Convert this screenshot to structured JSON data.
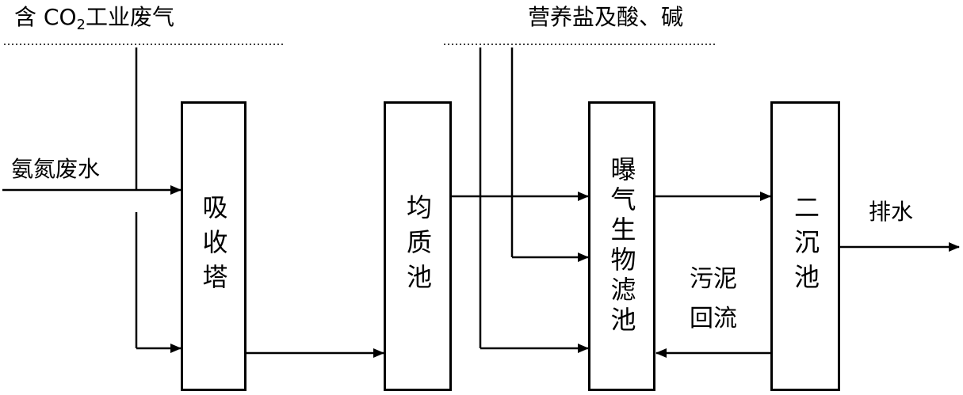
{
  "inputs": {
    "co2_gas_prefix": "含 CO",
    "co2_gas_sub": "2",
    "co2_gas_suffix": "工业废气",
    "ammonia_wastewater": "氨氮废水",
    "nutrients": "营养盐及酸、碱"
  },
  "units": {
    "absorber": "吸收塔",
    "equalization": "均质池",
    "baf": "曝气生物滤池",
    "clarifier": "二沉池"
  },
  "flows": {
    "discharge": "排水",
    "sludge_return": "污泥回流"
  },
  "colors": {
    "line": "#000000",
    "background": "#ffffff"
  }
}
